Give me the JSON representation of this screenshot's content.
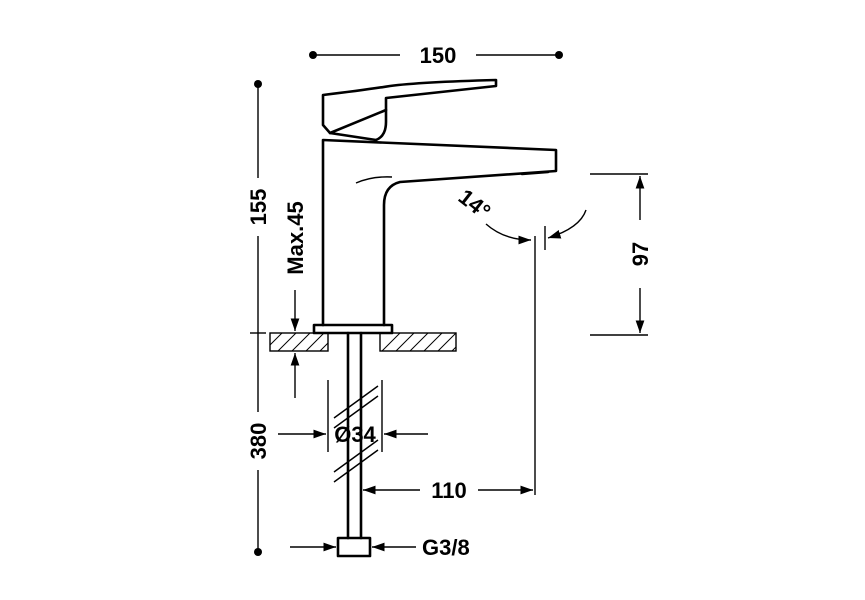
{
  "dimensions": {
    "spout_length": "150",
    "total_height": "155",
    "max_deck_thickness": "Max.45",
    "hose_length": "380",
    "hole_diameter": "Ø34",
    "spout_reach": "110",
    "connection_thread": "G3/8",
    "spout_height": "97",
    "spout_angle": "14°"
  }
}
